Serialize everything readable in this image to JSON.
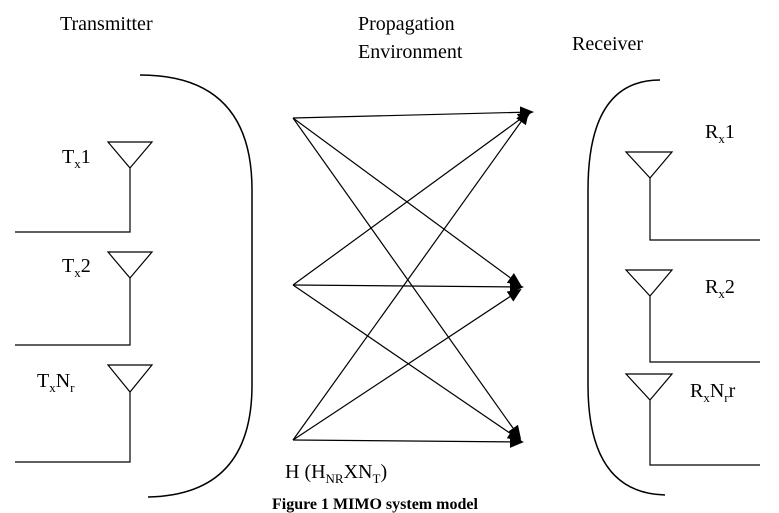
{
  "headings": {
    "transmitter": "Transmitter",
    "propagation_line1": "Propagation",
    "propagation_line2": "Environment",
    "receiver": "Receiver"
  },
  "tx_labels": [
    {
      "base": "T",
      "sub": "x",
      "rest": "1",
      "sub2": ""
    },
    {
      "base": "T",
      "sub": "x",
      "rest": "2",
      "sub2": ""
    },
    {
      "base": "T",
      "sub": "x",
      "rest": "N",
      "sub2": "r"
    }
  ],
  "rx_labels": [
    {
      "base": "R",
      "sub": "x",
      "rest": "1",
      "sub2": "",
      "tail": ""
    },
    {
      "base": "R",
      "sub": "x",
      "rest": "2",
      "sub2": "",
      "tail": ""
    },
    {
      "base": "R",
      "sub": "x",
      "rest": "N",
      "sub2": "r",
      "tail": "r"
    }
  ],
  "channel_label": {
    "prefix": "H (H",
    "sub1": "NR",
    "mid": "XN",
    "sub2": "T",
    "suffix": ")"
  },
  "caption": "Figure 1 MIMO system model",
  "colors": {
    "ink": "#000000",
    "background": "#ffffff"
  }
}
